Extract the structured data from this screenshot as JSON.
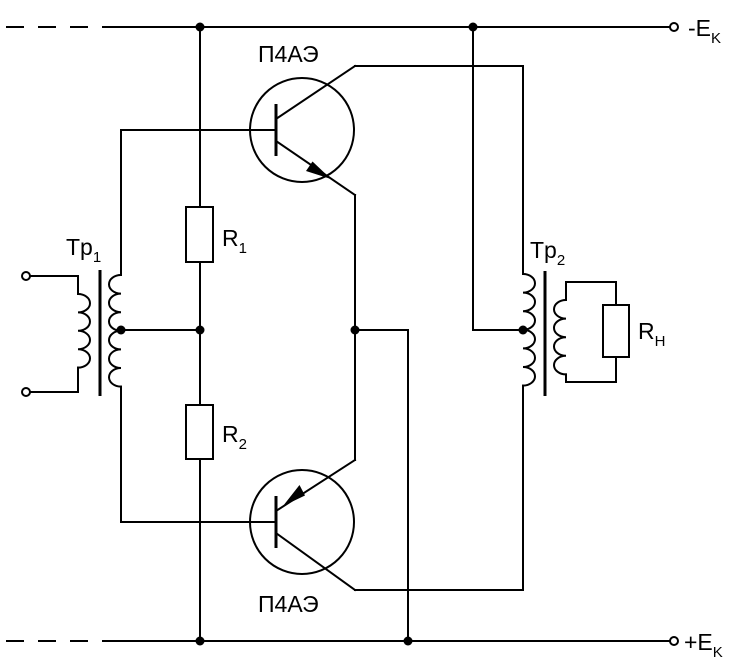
{
  "transistor_top": {
    "model": "П4АЭ"
  },
  "transistor_bottom": {
    "model": "П4АЭ"
  },
  "r1": {
    "name": "R",
    "index": "1"
  },
  "r2": {
    "name": "R",
    "index": "2"
  },
  "tr1": {
    "name": "Tp",
    "index": "1"
  },
  "tr2": {
    "name": "Tp",
    "index": "2"
  },
  "load": {
    "name": "R",
    "index": "H"
  },
  "supply_neg": {
    "name": "-E",
    "index": "K"
  },
  "supply_pos": {
    "name": "+E",
    "index": "K"
  }
}
